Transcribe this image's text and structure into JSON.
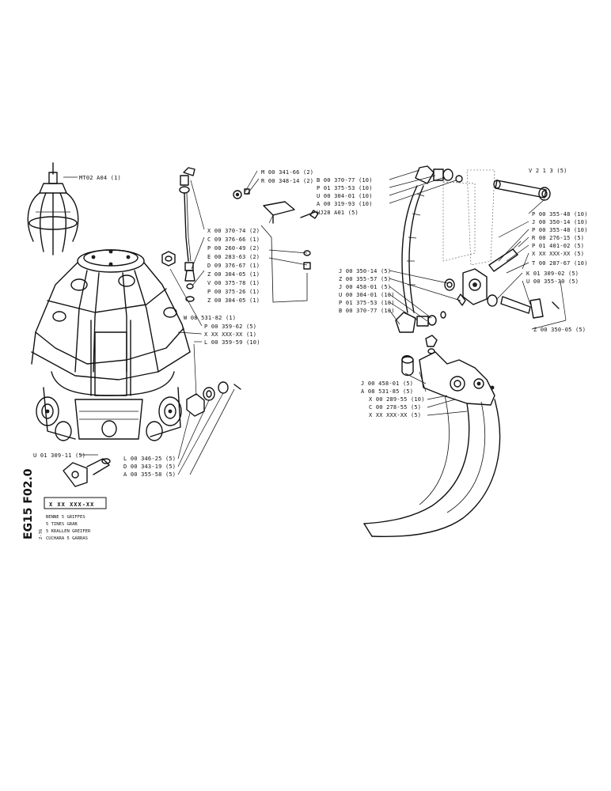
{
  "page": {
    "side_code": "EG15 F02.0",
    "date_code": "2-76",
    "ref_box": "X XX XXX-XX"
  },
  "titles": [
    "BENNE 5 GRIFFES",
    "5 TINES GRAB",
    "5 KRALLEN GREIFER",
    "CUCHARA 5 GARRAS"
  ],
  "grab_labels": {
    "top": "MT02  A04 (1)",
    "pipe": [
      "X 00 370-74 (2)",
      "C 09 376-66 (1)",
      "P 00 260-49 (2)",
      "E 00 283-63 (2)",
      "D 09 376-67 (1)",
      "Z 00 304-05 (1)",
      "V 00 375-78 (1)",
      "P 00 375-26 (1)",
      "Z 00 304-05 (1)"
    ],
    "bracket": [
      "M 00 341-66 (2)",
      "R 00 348-14 (2)"
    ],
    "body": [
      "W 08 531-82 (1)",
      "P 00 359-62 (5)",
      "X XX XXX-XX (1)",
      "L 00 359-59 (10)"
    ],
    "bottom": [
      "U 01 309-11 (5)",
      "L 00 346-25 (5)",
      "D 00 343-19 (5)",
      "A 00 355-58 (5)"
    ]
  },
  "tine_labels": {
    "hose_top": [
      "B 00 370-77 (10)",
      "P 01 375-53 (10)",
      "U 00 304-01 (10)",
      "A 00 319-93 (10)"
    ],
    "hj": "HJ28  A01 (5)",
    "hose_bottom": [
      "J 00 350-14 (5)",
      "Z 00 355-57 (5)",
      "J 00 458-01 (5)",
      "U 00 304-01 (10)",
      "P 01 375-53 (10)",
      "B 00 370-77 (10)"
    ],
    "right_top": "V  2  1  3 (5)",
    "right": [
      "P 00 355-48 (10)",
      "J 00 350-14 (10)",
      "P 00 355-48 (10)",
      "R 00 276-15 (5)",
      "P 01 401-02 (5)",
      "X XX XXX-XX (5)",
      "T 00 287-67 (10)",
      "K 01 309-02 (5)",
      "U 00 355-30 (5)"
    ],
    "right_bottom": "Z 00 350-05 (5)",
    "tine": [
      "J 00 458-01 (5)",
      "A 08 531-85 (5)",
      "X 00 289-55 (10)",
      "C 00 278-55 (5)",
      "X XX XXX-XX (5)"
    ]
  }
}
